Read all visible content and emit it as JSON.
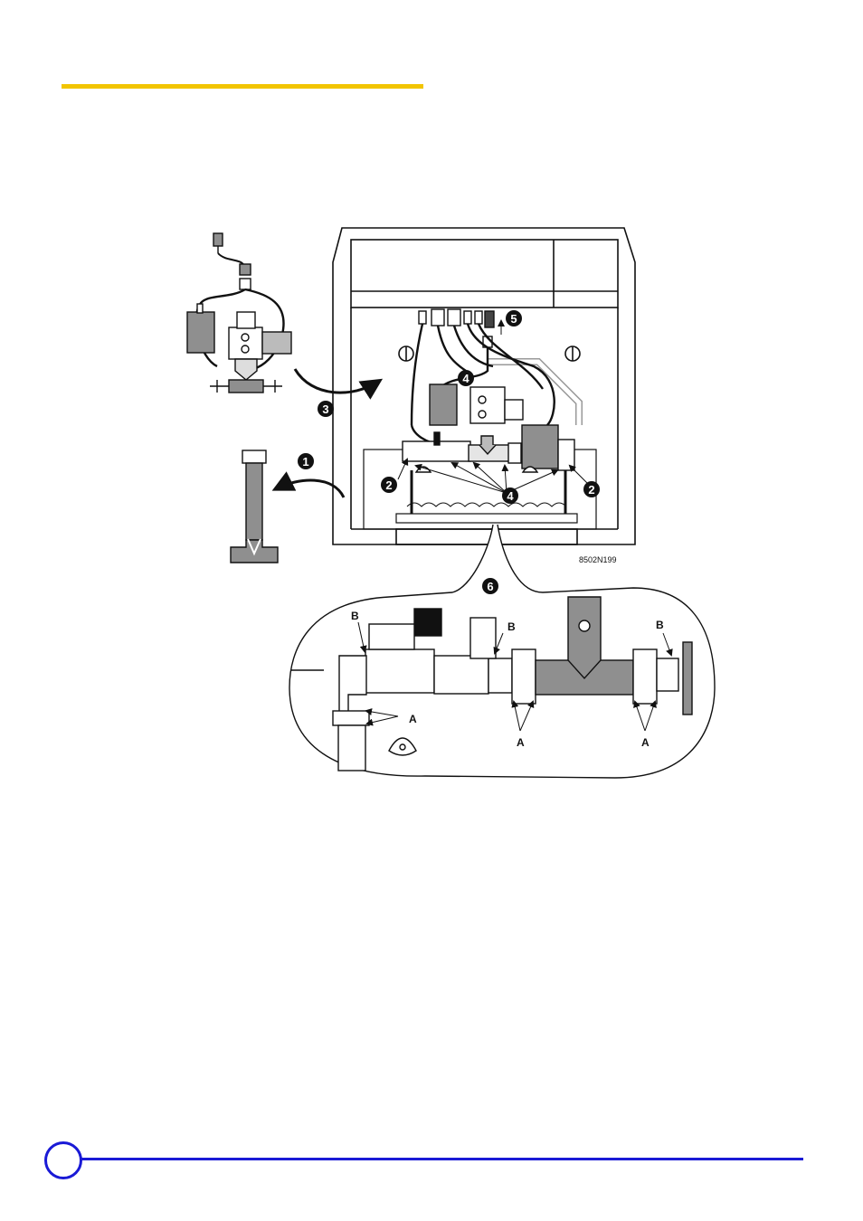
{
  "colors": {
    "accent_top_rule": "#f2c500",
    "accent_bottom_rule": "#1a1ad6",
    "line": "#111111",
    "fill_grey": "#8f8f8f"
  },
  "figure": {
    "code": "8502N199",
    "callouts": {
      "c1": "1",
      "c2": "2",
      "c3": "3",
      "c4": "4",
      "c5": "5",
      "c6": "6"
    },
    "letters": {
      "a": "A",
      "b": "B"
    }
  }
}
